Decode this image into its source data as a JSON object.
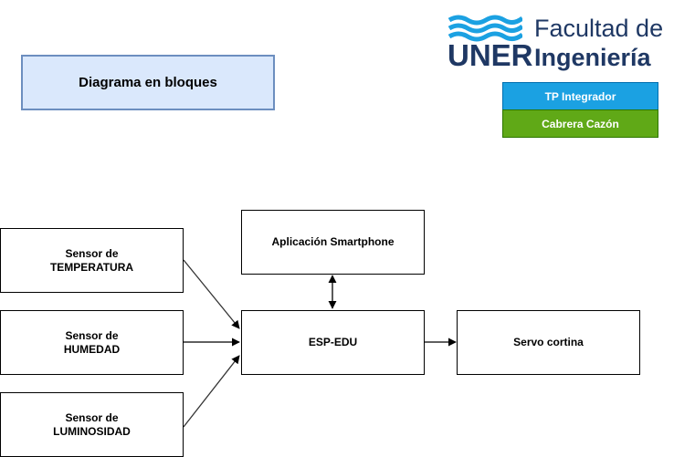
{
  "title": "Diagrama en bloques",
  "tags": [
    "TP Integrador",
    "Cabrera Cazón"
  ],
  "logo": {
    "brand": "UNER",
    "line1": "Facultad de",
    "line2": "Ingeniería",
    "waves_color": "#1ba1e2"
  },
  "nodes": {
    "sensor_temp": "Sensor de\nTEMPERATURA",
    "sensor_hum": "Sensor de\nHUMEDAD",
    "sensor_lum": "Sensor de\nLUMINOSIDAD",
    "app": "Aplicación Smartphone",
    "esp": "ESP-EDU",
    "servo": "Servo cortina"
  },
  "edges": [
    {
      "from": "sensor_temp",
      "to": "esp",
      "direction": "forward"
    },
    {
      "from": "sensor_hum",
      "to": "esp",
      "direction": "forward"
    },
    {
      "from": "sensor_lum",
      "to": "esp",
      "direction": "forward"
    },
    {
      "from": "app",
      "to": "esp",
      "direction": "both"
    },
    {
      "from": "esp",
      "to": "servo",
      "direction": "forward"
    }
  ]
}
